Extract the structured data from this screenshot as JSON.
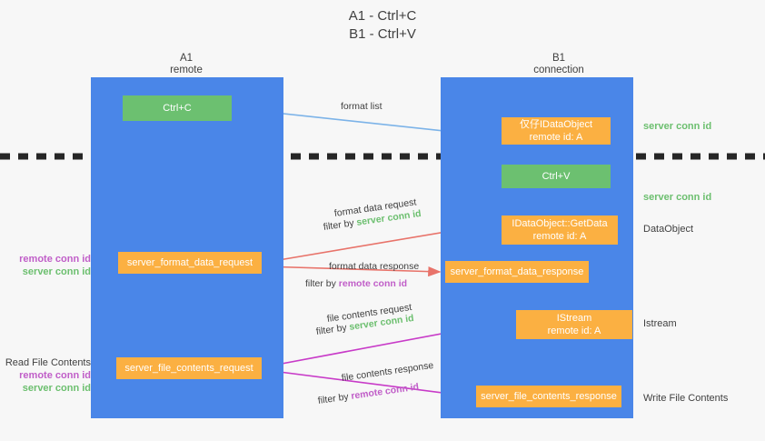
{
  "title": {
    "line1": "A1 - Ctrl+C",
    "line2": "B1 - Ctrl+V"
  },
  "columns": [
    {
      "name": "A1",
      "sub": "remote"
    },
    {
      "name": "B1",
      "sub": "connection"
    }
  ],
  "boxes": {
    "ctrl_c": {
      "label": "Ctrl+C",
      "color": "#6cc070"
    },
    "idataobject": {
      "line1": "仅仔IDataObject",
      "line2": "remote id: A",
      "color": "#fbb042"
    },
    "ctrl_v": {
      "label": "Ctrl+V",
      "color": "#6cc070"
    },
    "getdata": {
      "line1": "IDataObject::GetData",
      "line2": "remote id: A",
      "color": "#fbb042"
    },
    "istream": {
      "line1": "IStream",
      "line2": "remote id: A",
      "color": "#fbb042"
    },
    "server_format_data_request": {
      "label": "server_format_data_request",
      "color": "#fbb042"
    },
    "server_format_data_response": {
      "label": "server_format_data_response",
      "color": "#fbb042"
    },
    "server_file_contents_request": {
      "label": "server_file_contents_request",
      "color": "#fbb042"
    },
    "server_file_contents_response": {
      "label": "server_file_contents_response",
      "color": "#fbb042"
    }
  },
  "annotations": {
    "server_conn_id_1": "server conn id",
    "server_conn_id_2": "server conn id",
    "dataobject": "DataObject",
    "istream": "Istream",
    "write_file_contents": "Write File Contents",
    "read_file_contents": "Read File Contents",
    "remote_conn_id": "remote conn id",
    "server_conn_id": "server conn id"
  },
  "arrows": {
    "format_list": {
      "label": "format list",
      "color": "#7cb3e8"
    },
    "format_data_request": {
      "label": "format data request",
      "filter_prefix": "filter by ",
      "filter_value": "server conn id",
      "color": "#e8736a"
    },
    "format_data_response": {
      "label": "format data response",
      "filter_prefix": "filter by ",
      "filter_value": "remote conn id",
      "color": "#e8736a"
    },
    "file_contents_request": {
      "label": "file contents request",
      "filter_prefix": "filter by ",
      "filter_value": "server conn id",
      "color": "#c83bc8"
    },
    "file_contents_response": {
      "label": "file contents response",
      "filter_prefix": "filter by ",
      "filter_value": "remote conn id",
      "color": "#c83bc8"
    }
  },
  "colors": {
    "lane": "#4a86e8",
    "green_text": "#6cbf6f",
    "purple_text": "#c05ec8",
    "divider": "#262626",
    "background": "#f7f7f7"
  }
}
